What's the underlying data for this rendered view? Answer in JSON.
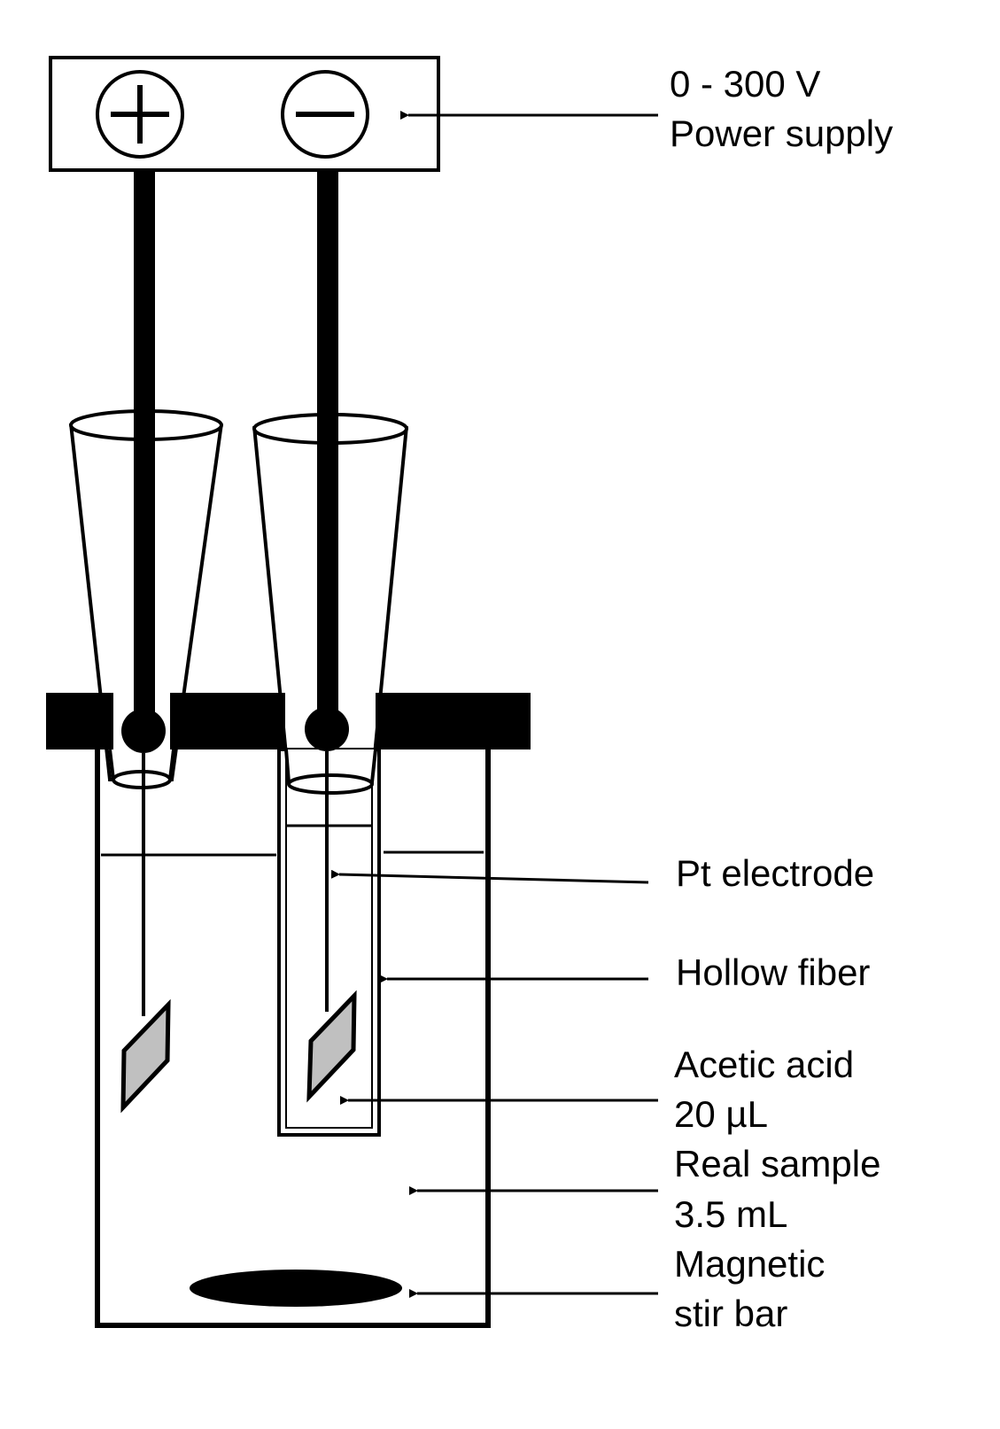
{
  "colors": {
    "ink": "#000000",
    "paper": "#ffffff",
    "electrode_plate": "#c0c0c0"
  },
  "labels": {
    "power_supply": {
      "line1": "0 - 300 V",
      "line2": "Power supply"
    },
    "pt_electrode": "Pt electrode",
    "hollow_fiber": "Hollow fiber",
    "acceptor": {
      "line1": "Acetic acid",
      "line2": "20 µL"
    },
    "sample": {
      "line1": "Real sample",
      "line2": "3.5 mL"
    },
    "stir_bar": {
      "line1": "Magnetic",
      "line2": "stir bar"
    }
  },
  "icons": {
    "positive_terminal": "plus-in-circle",
    "negative_terminal": "minus-in-circle"
  }
}
